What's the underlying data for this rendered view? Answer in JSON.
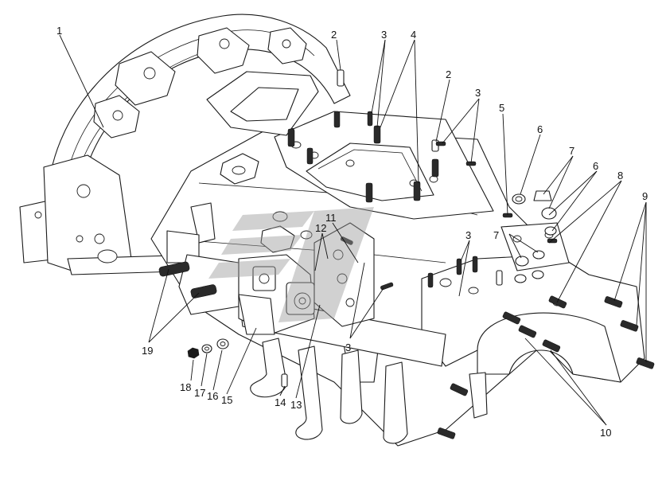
{
  "callouts": [
    "1",
    "2",
    "3",
    "4",
    "2",
    "3",
    "5",
    "6",
    "7",
    "6",
    "8",
    "9",
    "7",
    "11",
    "12",
    "3",
    "3",
    "19",
    "18",
    "17",
    "16",
    "15",
    "14",
    "13",
    "10"
  ],
  "colors": {
    "ink": "#1a1a1a",
    "watermark": "#9a9a9a",
    "background": "#ffffff"
  }
}
